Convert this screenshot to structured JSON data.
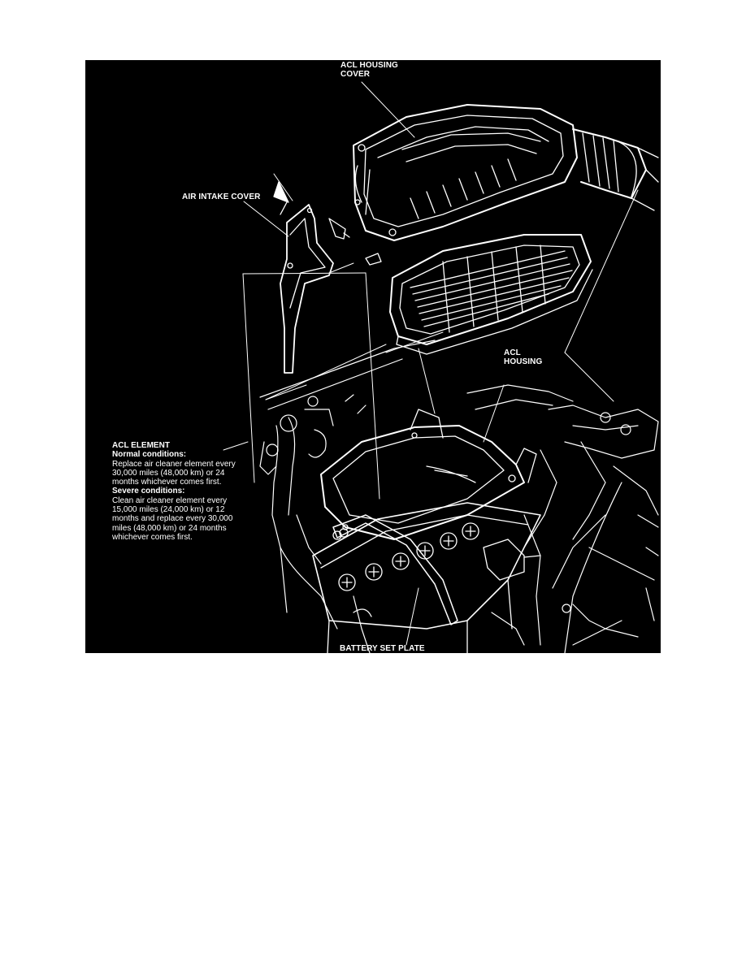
{
  "labels": {
    "acl_housing_cover": "ACL HOUSING\nCOVER",
    "air_intake_cover": "AIR INTAKE COVER",
    "acl_housing": "ACL\nHOUSING",
    "battery_set_plate": "BATTERY SET PLATE"
  },
  "note": {
    "title": "ACL ELEMENT",
    "normal_heading": "Normal conditions:",
    "normal_text": "Replace air cleaner element every\n30,000 miles (48,000 km) or 24\nmonths whichever comes first.",
    "severe_heading": "Severe conditions:",
    "severe_text": "Clean air cleaner element every\n15,000 miles (24,000 km) or 12\nmonths and replace every 30,000\nmiles (48,000 km) or 24 months\nwhichever comes first."
  },
  "colors": {
    "background": "#000000",
    "linework": "#ffffff",
    "page": "#ffffff"
  }
}
